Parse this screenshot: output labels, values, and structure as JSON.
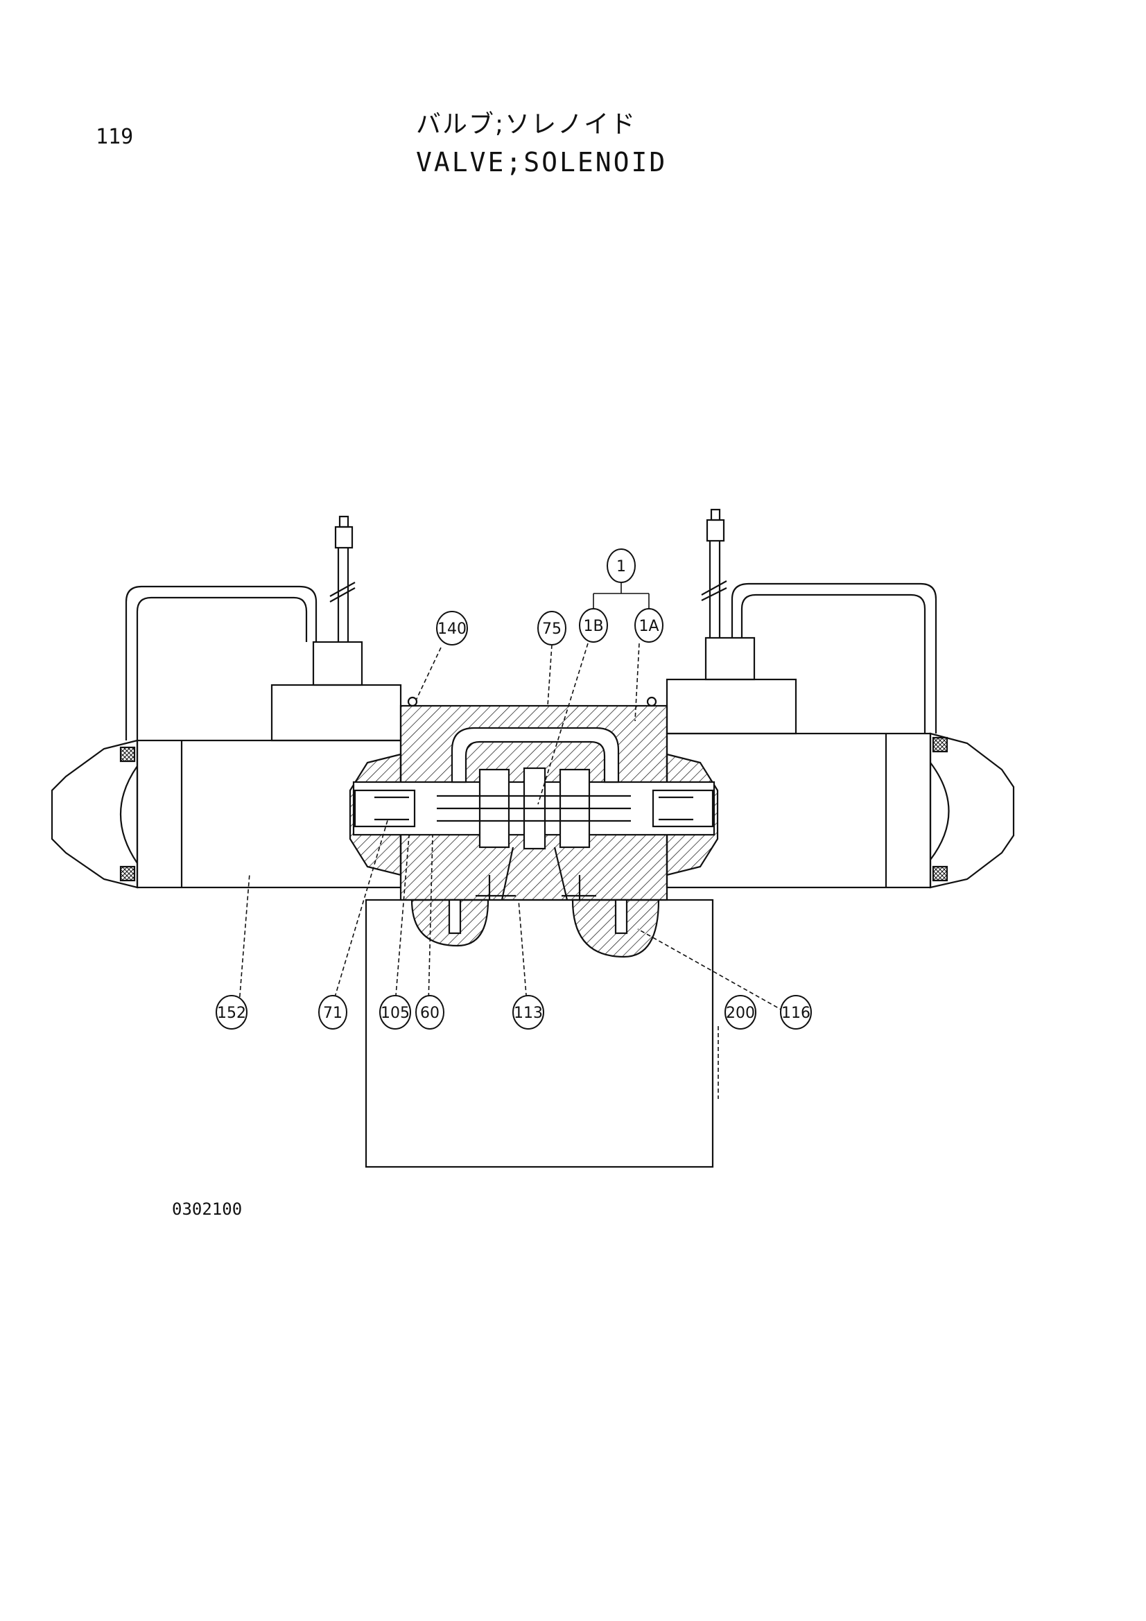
{
  "page": {
    "number": "119",
    "title_jp": "バルブ;ソレノイド",
    "title_en": "VALVE;SOLENOID",
    "drawing_code": "0302100"
  },
  "callouts": [
    {
      "id": "c1",
      "label": "1"
    },
    {
      "id": "c1b",
      "label": "1B"
    },
    {
      "id": "c1a",
      "label": "1A"
    },
    {
      "id": "c140",
      "label": "140"
    },
    {
      "id": "c75",
      "label": "75"
    },
    {
      "id": "c152",
      "label": "152"
    },
    {
      "id": "c71",
      "label": "71"
    },
    {
      "id": "c105",
      "label": "105"
    },
    {
      "id": "c60",
      "label": "60"
    },
    {
      "id": "c113",
      "label": "113"
    },
    {
      "id": "c200",
      "label": "200"
    },
    {
      "id": "c116",
      "label": "116"
    }
  ],
  "colors": {
    "ink": "#111111",
    "paper": "#ffffff"
  }
}
